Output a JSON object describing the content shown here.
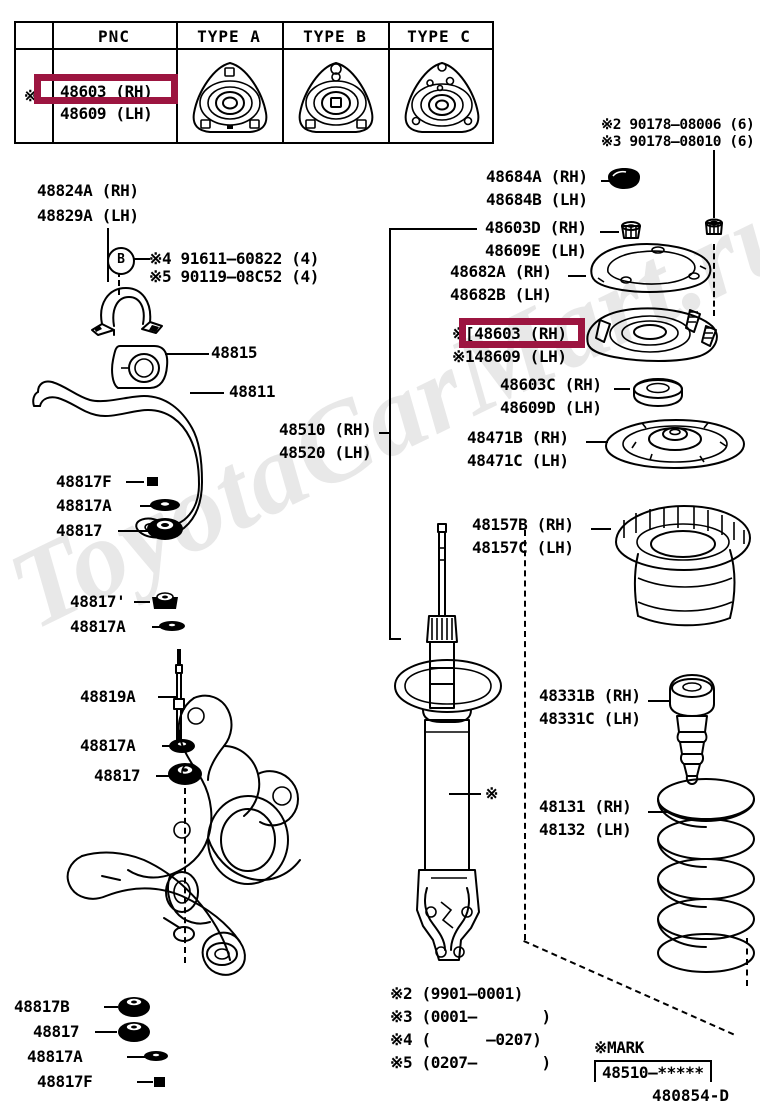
{
  "diagram": {
    "number": "480854-D",
    "watermark": "ToyotaCarMart.ru"
  },
  "type_table": {
    "headers": [
      "PNC",
      "TYPE A",
      "TYPE B",
      "TYPE C"
    ],
    "mark": "※",
    "rows": [
      {
        "pnc_rh": "48603 (RH)",
        "pnc_lh": "48609 (LH)",
        "highlight": true
      }
    ]
  },
  "labels": {
    "stabilizer_bracket_rh": "48824A (RH)",
    "stabilizer_bracket_lh": "48829A (LH)",
    "bolt_1": "※4 91611–60822 (4)",
    "bolt_2": "※5 90119–08C52 (4)",
    "bolt_marker": "B",
    "bushing": "48815",
    "stabilizer_bar": "48811",
    "link_f_top": "48817F",
    "link_a_top": "48817A",
    "link_top": "48817",
    "link_prime": "48817'",
    "link_a_2": "48817A",
    "link_rod": "48819A",
    "link_a_3": "48817A",
    "link_3": "48817",
    "link_b_bottom": "48817B",
    "link_bottom": "48817",
    "link_a_bottom": "48817A",
    "link_f_bottom": "48817F",
    "strut_rh": "48510 (RH)",
    "strut_lh": "48520 (LH)",
    "nut_1": "※2 90178–08006 (6)",
    "nut_2": "※3 90178–08010 (6)",
    "cap_rh": "48684A (RH)",
    "cap_lh": "48684B (LH)",
    "nut_d_rh": "48603D (RH)",
    "nut_e_lh": "48609E (LH)",
    "plate_a_rh": "48682A (RH)",
    "plate_b_lh": "48682B (LH)",
    "mount_rh": "※[48603 (RH)",
    "mount_lh": "※148609 (LH)",
    "mount_highlight": true,
    "collar_c_rh": "48603C (RH)",
    "collar_d_lh": "48609D (LH)",
    "bearing_b_rh": "48471B (RH)",
    "bearing_c_lh": "48471C (LH)",
    "seat_b_rh": "48157B (RH)",
    "seat_c_lh": "48157C (LH)",
    "bumper_b_rh": "48331B (RH)",
    "bumper_c_lh": "48331C (LH)",
    "spring_rh": "48131 (RH)",
    "spring_lh": "48132 (LH)",
    "strut_mark": "※"
  },
  "footnotes": [
    "※2 (9901–0001)",
    "※3 (0001–       )",
    "※4 (      –0207)",
    "※5 (0207–       )"
  ],
  "mark_legend": {
    "title": "※MARK",
    "value": "48510–*****"
  },
  "colors": {
    "highlight": "#9c1540",
    "line": "#000000",
    "watermark": "#e8e8e8"
  }
}
